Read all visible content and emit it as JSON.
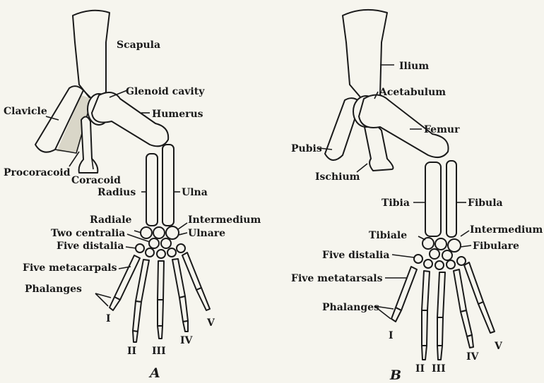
{
  "panel_a": {
    "caption": "A",
    "labels": {
      "scapula": "Scapula",
      "glenoid": "Glenoid cavity",
      "clavicle": "Clavicle",
      "humerus": "Humerus",
      "procoracoid": "Procoracoid",
      "coracoid": "Coracoid",
      "radius": "Radius",
      "ulna": "Ulna",
      "radiale": "Radiale",
      "intermedium": "Intermedium",
      "centralia": "Two centralia",
      "ulnare": "Ulnare",
      "distalia": "Five distalia",
      "metacarpals": "Five metacarpals",
      "phalanges": "Phalanges"
    },
    "digits": [
      "I",
      "II",
      "III",
      "IV",
      "V"
    ]
  },
  "panel_b": {
    "caption": "B",
    "labels": {
      "ilium": "Ilium",
      "acetabulum": "Acetabulum",
      "femur": "Femur",
      "pubis": "Pubis",
      "ischium": "Ischium",
      "tibia": "Tibia",
      "fibula": "Fibula",
      "tibiale": "Tibiale",
      "intermedium": "Intermedium",
      "fibulare": "Fibulare",
      "distalia": "Five distalia",
      "metatarsals": "Five metatarsals",
      "phalanges": "Phalanges"
    },
    "digits": [
      "I",
      "II",
      "III",
      "IV",
      "V"
    ]
  },
  "colors": {
    "background": "#f6f5ee",
    "ink": "#1a1a1a"
  }
}
